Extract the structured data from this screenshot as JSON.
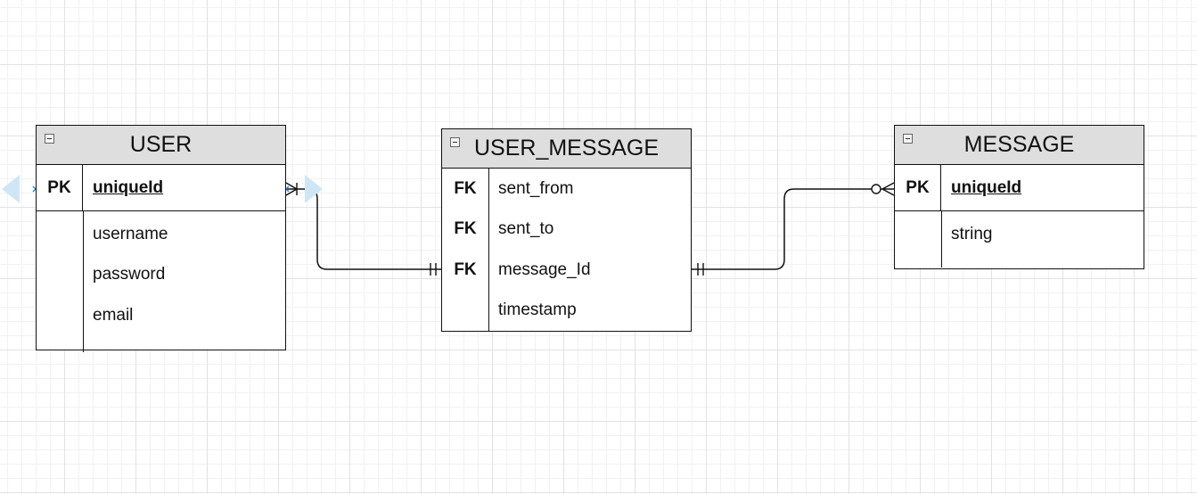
{
  "entities": {
    "user": {
      "title": "USER",
      "pk": {
        "key": "PK",
        "name": "uniqueId"
      },
      "fields": [
        {
          "key": "",
          "name": "username"
        },
        {
          "key": "",
          "name": "password"
        },
        {
          "key": "",
          "name": "email"
        }
      ]
    },
    "user_message": {
      "title": "USER_MESSAGE",
      "fields": [
        {
          "key": "FK",
          "name": "sent_from"
        },
        {
          "key": "FK",
          "name": "sent_to"
        },
        {
          "key": "FK",
          "name": "message_Id"
        },
        {
          "key": "",
          "name": "timestamp"
        }
      ]
    },
    "message": {
      "title": "MESSAGE",
      "pk": {
        "key": "PK",
        "name": "uniqueId"
      },
      "fields": [
        {
          "key": "",
          "name": "string"
        }
      ]
    }
  },
  "relations": [
    {
      "from": "USER.uniqueId",
      "from_end": "one-or-many",
      "to": "USER_MESSAGE.message_Id",
      "to_end": "exactly-one"
    },
    {
      "from": "USER_MESSAGE.message_Id",
      "from_end": "exactly-one",
      "to": "MESSAGE.uniqueId",
      "to_end": "zero-or-many"
    }
  ],
  "colors": {
    "stroke": "#111111",
    "header_fill": "#dedede",
    "selection": "#2d7fd6"
  }
}
